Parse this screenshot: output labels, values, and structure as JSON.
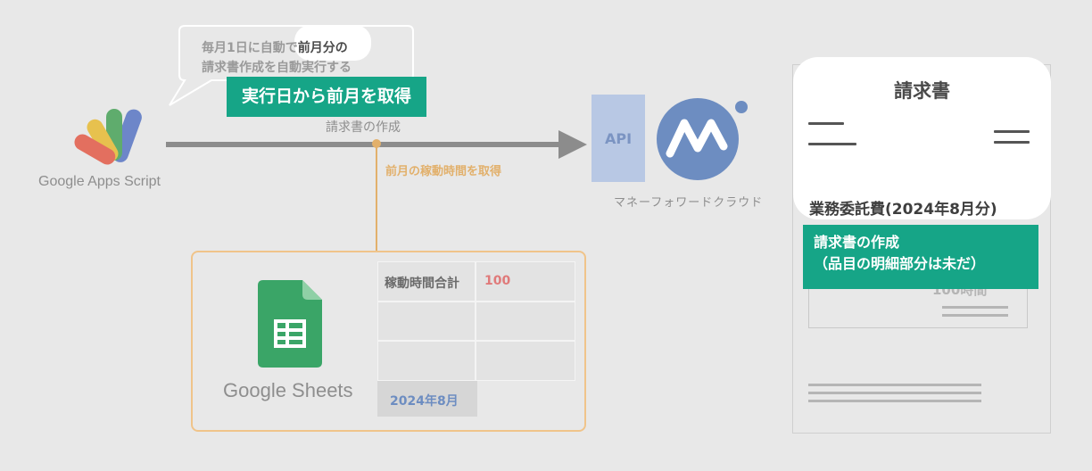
{
  "bubble": {
    "line1_plain": "毎月1日に自動で",
    "line1_highlight": "前月分の",
    "line2": "請求書作成を自動実行する"
  },
  "badge_prev_month": "実行日から前月を取得",
  "gas": {
    "label": "Google Apps Script",
    "icon": "google-apps-script-logo"
  },
  "arrow": {
    "label": "請求書の作成",
    "color": "#8c8c8c"
  },
  "orange_branch": {
    "label": "前月の稼動時間を取得",
    "color": "#e2b06b"
  },
  "api": {
    "label": "API",
    "color": "#b8c8e4"
  },
  "moneyforward": {
    "label": "マネーフォワードクラウド",
    "icon": "moneyforward-logo",
    "color": "#6d8dc1"
  },
  "sheets": {
    "label": "Google Sheets",
    "icon": "google-sheets-icon",
    "table": {
      "header": "稼動時間合計",
      "total": "100",
      "month": "2024年8月"
    }
  },
  "invoice": {
    "title": "請求書",
    "subject": "業務委託費(2024年8月分)",
    "amount_partial": "100",
    "amount_unit_partial": "時間"
  },
  "badge_invoice": {
    "line1": "請求書の作成",
    "line2": "（品目の明細部分は未だ）"
  },
  "colors": {
    "accent_green": "#16a587",
    "sheet_green": "#3aa567",
    "orange": "#f0c48a",
    "red_value": "#e07a7a"
  }
}
